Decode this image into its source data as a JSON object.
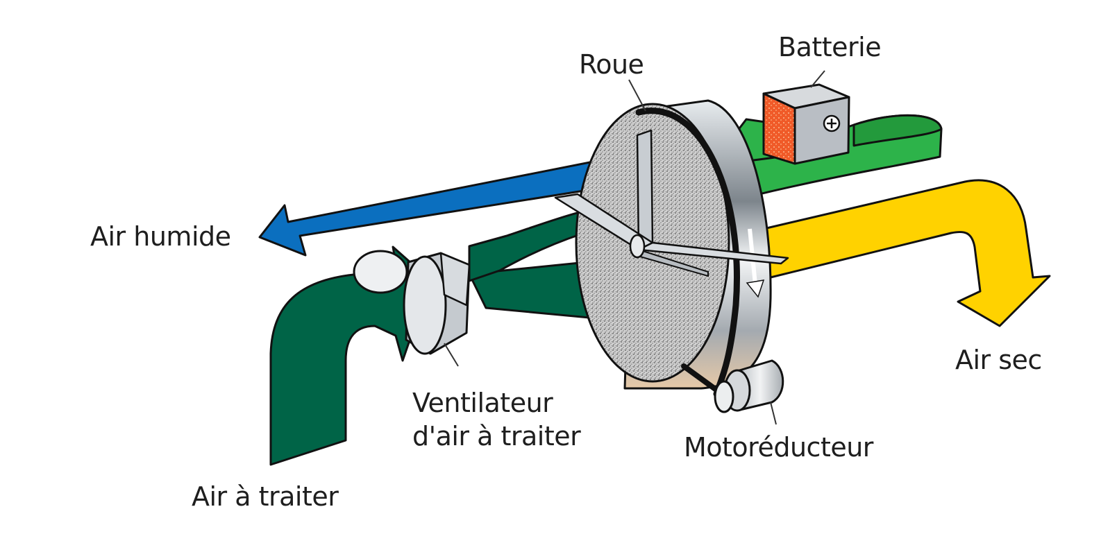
{
  "labels": {
    "air_humide": "Air humide",
    "air_a_traiter": "Air à traiter",
    "ventilateur_line1": "Ventilateur",
    "ventilateur_line2": "d'air à traiter",
    "roue": "Roue",
    "batterie": "Batterie",
    "motoreducteur": "Motoréducteur",
    "air_sec": "Air sec"
  },
  "colors": {
    "air_humide_arrow": "#0b6fbf",
    "process_air_arrow": "#006447",
    "regeneration_air_arrow": "#2db34a",
    "dry_air_arrow": "#ffd200",
    "heater_element": "#f05a28",
    "belt": "#111111",
    "housing_grey": "#b9bec4"
  },
  "icons": {
    "battery_terminal": "plus-sign"
  }
}
